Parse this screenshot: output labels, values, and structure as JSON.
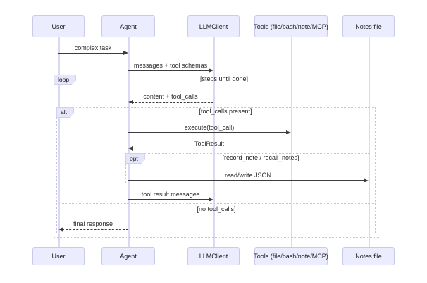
{
  "diagram": {
    "type": "sequence-diagram",
    "colors": {
      "participant_fill": "#ECECFF",
      "participant_border": "#C9C9EA",
      "lifeline": "#D9D9F3",
      "fragment_border": "#C2C2E6",
      "fragment_label_fill": "#E6E6FA",
      "arrow": "#3C3C3C",
      "text": "#2B2B2B",
      "background": "#FFFFFF"
    },
    "participants": [
      {
        "name": "User"
      },
      {
        "name": "Agent"
      },
      {
        "name": "LLMClient"
      },
      {
        "name": "Tools (file/bash/note/MCP)"
      },
      {
        "name": "Notes file"
      }
    ],
    "messages": [
      {
        "label": "complex task",
        "from": "User",
        "to": "Agent",
        "style": "solid"
      },
      {
        "label": "messages + tool schemas",
        "from": "Agent",
        "to": "LLMClient",
        "style": "solid"
      },
      {
        "label": "content + tool_calls",
        "from": "LLMClient",
        "to": "Agent",
        "style": "dashed"
      },
      {
        "label": "execute(tool_call)",
        "from": "Agent",
        "to": "Tools (file/bash/note/MCP)",
        "style": "solid"
      },
      {
        "label": "ToolResult",
        "from": "Tools (file/bash/note/MCP)",
        "to": "Agent",
        "style": "dashed"
      },
      {
        "label": "read/write JSON",
        "from": "Agent",
        "to": "Notes file",
        "style": "solid"
      },
      {
        "label": "tool result messages",
        "from": "Agent",
        "to": "LLMClient",
        "style": "solid"
      },
      {
        "label": "final response",
        "from": "Agent",
        "to": "User",
        "style": "dashed"
      }
    ],
    "fragments": [
      {
        "type": "loop",
        "condition": "[steps until done]"
      },
      {
        "type": "alt",
        "condition": "[tool_calls present]",
        "else_condition": "[no tool_calls]"
      },
      {
        "type": "opt",
        "condition": "[record_note / recall_notes]"
      }
    ]
  }
}
